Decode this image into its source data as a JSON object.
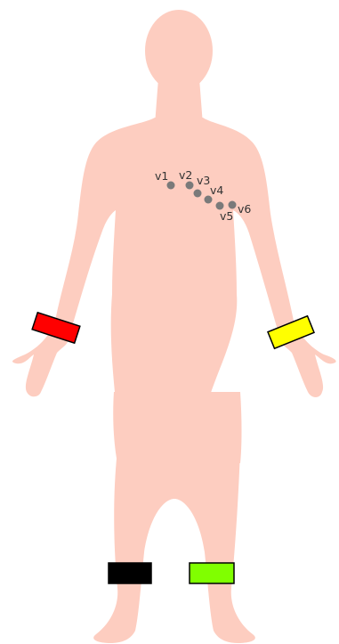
{
  "body": {
    "skin_color": "#fdcdc0"
  },
  "chest_leads": {
    "electrode_color": "#7a7a7a",
    "label_color": "#333333",
    "items": [
      {
        "label": "v1"
      },
      {
        "label": "v2"
      },
      {
        "label": "v3"
      },
      {
        "label": "v4"
      },
      {
        "label": "v5"
      },
      {
        "label": "v6"
      }
    ]
  },
  "limb_leads": {
    "outline_color": "#000000",
    "items": [
      {
        "name": "right-arm",
        "color": "#ff0000"
      },
      {
        "name": "left-arm",
        "color": "#ffff00"
      },
      {
        "name": "right-leg",
        "color": "#000000"
      },
      {
        "name": "left-leg",
        "color": "#80ff00"
      }
    ]
  }
}
